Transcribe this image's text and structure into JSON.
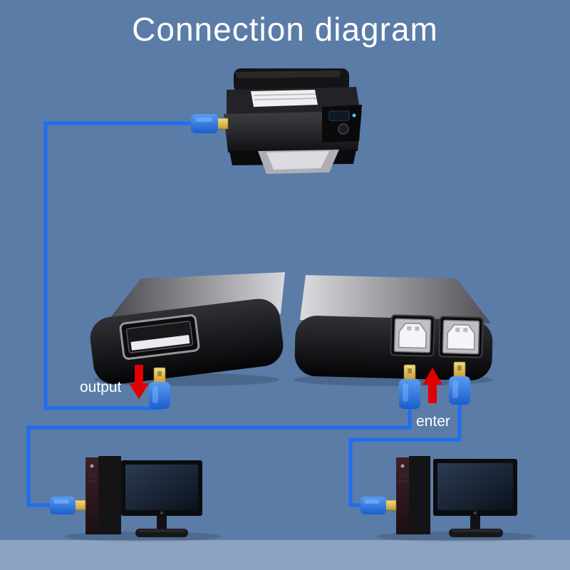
{
  "title": "Connection diagram",
  "labels": {
    "output": "output",
    "enter": "enter"
  },
  "icons": {
    "output_direction": "arrow-down",
    "input_direction": "arrow-up"
  },
  "colors": {
    "background": "#5a7ca7",
    "floor_band": "#8ba2c0",
    "cable": "#1e6ef2",
    "plug_body": "#2f7fe0",
    "connector_gold": "#d9b647",
    "arrow": "#e00000",
    "title_text": "#ffffff"
  },
  "scene": {
    "top_device": "laser-printer",
    "middle_left_device": "usb-switch-output-side-usb-a-port",
    "middle_right_device": "usb-switch-input-side-two-usb-b-ports",
    "bottom_left_device": "desktop-computer-with-monitor",
    "bottom_right_device": "desktop-computer-with-monitor"
  }
}
